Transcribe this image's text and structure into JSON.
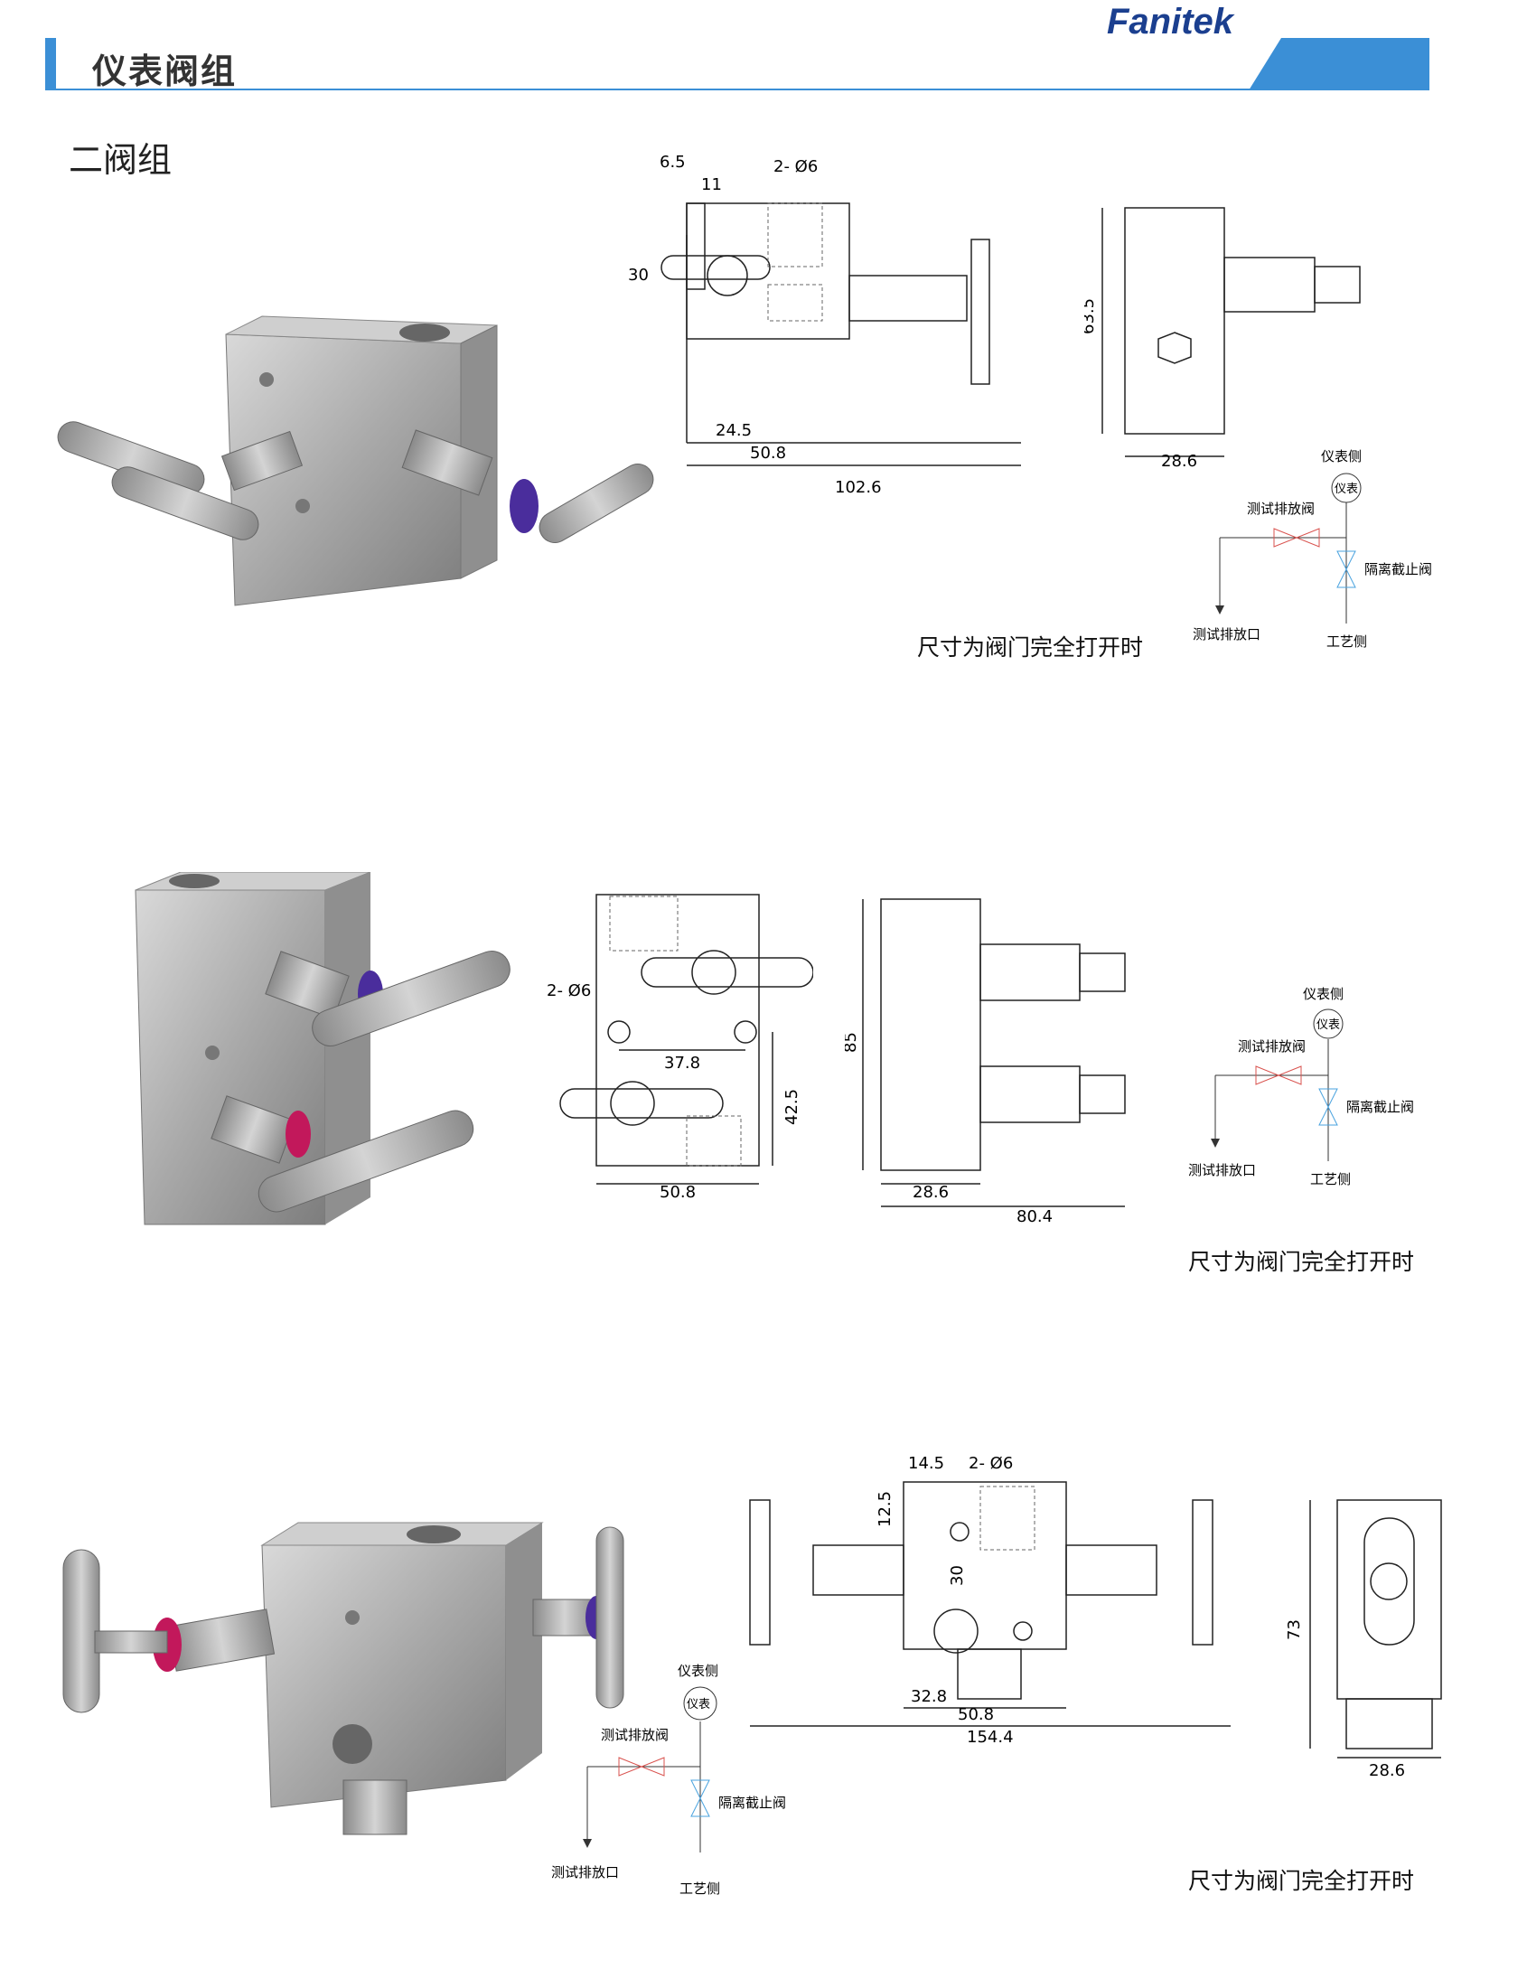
{
  "header": {
    "title": "仪表阀组",
    "logo": "Fanitek"
  },
  "section_title": "二阀组",
  "legend": {
    "instrument_side": "仪表侧",
    "instrument": "仪表",
    "test_drain_valve": "测试排放阀",
    "isolation_valve": "隔离截止阀",
    "test_drain_port": "测试排放口",
    "process_side": "工艺侧"
  },
  "note": "尺寸为阀门完全打开时",
  "drawing1": {
    "dims": [
      "6.5",
      "11",
      "2- Ø6",
      "30",
      "24.5",
      "50.8",
      "102.6",
      "63.5",
      "28.6"
    ]
  },
  "drawing2": {
    "dims": [
      "2- Ø6",
      "37.8",
      "42.5",
      "50.8",
      "85",
      "28.6",
      "80.4"
    ]
  },
  "drawing3": {
    "dims": [
      "14.5",
      "2- Ø6",
      "12.5",
      "30",
      "32.8",
      "50.8",
      "154.4",
      "73",
      "28.6"
    ]
  },
  "colors": {
    "accent": "#3b8fd6",
    "logo": "#1b3f8f",
    "red_valve": "#d9534f",
    "blue_valve": "#4aa3df"
  }
}
